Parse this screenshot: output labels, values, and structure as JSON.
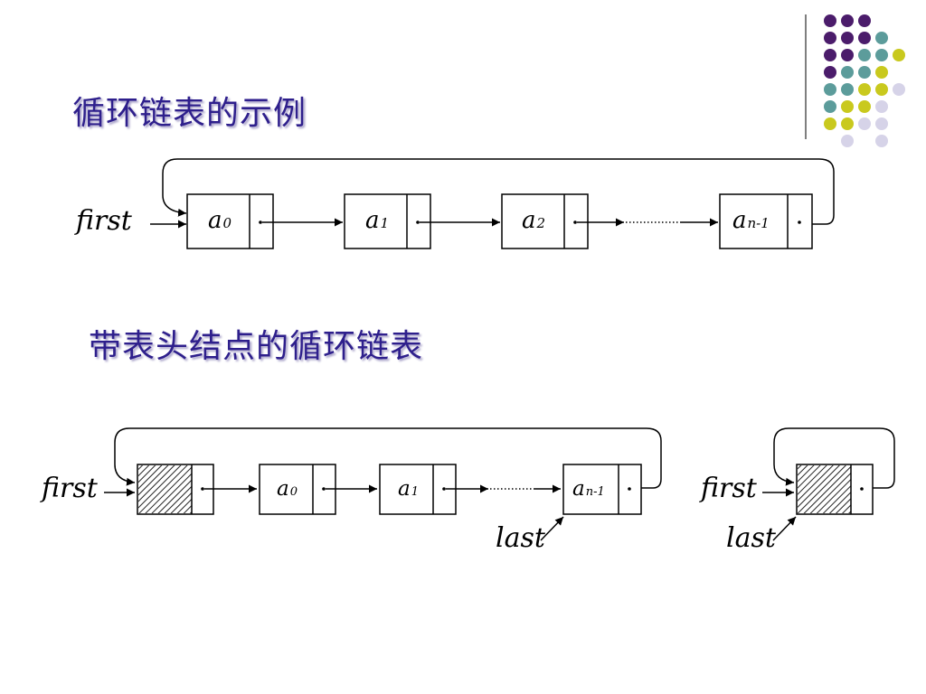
{
  "slide": {
    "title_1": "循环链表的示例",
    "title_2": "带表头结点的循环链表"
  },
  "decoration": {
    "colors": {
      "purple": "#4b1c6b",
      "teal": "#5c9c9b",
      "lime": "#c9c91e",
      "lavender": "#d6d3e8",
      "title": "#2e1f8c"
    }
  },
  "diagram_1": {
    "pointer": "first",
    "nodes": [
      {
        "main": "a",
        "sub": "0"
      },
      {
        "main": "a",
        "sub": "1"
      },
      {
        "main": "a",
        "sub": "2"
      },
      {
        "main": "a",
        "sub": "n-1"
      }
    ]
  },
  "diagram_2": {
    "pointer_first": "first",
    "pointer_last": "last",
    "nodes": [
      {
        "main": "a",
        "sub": "0"
      },
      {
        "main": "a",
        "sub": "1"
      },
      {
        "main": "a",
        "sub": "n-1"
      }
    ]
  },
  "diagram_3": {
    "pointer_first": "first",
    "pointer_last": "last"
  }
}
